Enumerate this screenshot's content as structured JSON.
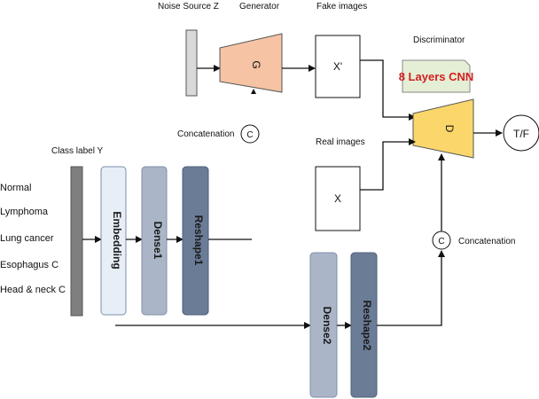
{
  "labels": {
    "noise_source": "Noise Source Z",
    "generator": "Generator",
    "fake_images": "Fake images",
    "discriminator": "Discriminator",
    "cnn": "8 Layers CNN",
    "concatenation_top": "Concatenation",
    "concatenation_right": "Concatenation",
    "real_images": "Real images",
    "class_label": "Class label Y"
  },
  "nodes": {
    "generator": "G",
    "discriminator": "D",
    "fake_image": "X'",
    "real_image": "X",
    "concat_symbol_top": "C",
    "concat_symbol_right": "C",
    "output": "T/F"
  },
  "blocks": {
    "embedding": "Embedding",
    "dense1": "Dense1",
    "reshape1": "Reshape1",
    "dense2": "Dense2",
    "reshape2": "Reshape2"
  },
  "classes": [
    "Normal",
    "Lymphoma",
    "Lung cancer",
    "Esophagus C",
    "Head & neck C"
  ],
  "colors": {
    "generator_fill": "#f6c3a4",
    "discriminator_fill": "#fbd66b",
    "embedding_fill": "#e6eef8",
    "dense_fill": "#aab6c8",
    "reshape_fill": "#6b7c97",
    "cnn_box_fill": "#e4efd6",
    "cnn_text": "#d42020",
    "noise_bar_fill": "#d9d9d9",
    "class_bar_fill": "#7f7f7f"
  }
}
